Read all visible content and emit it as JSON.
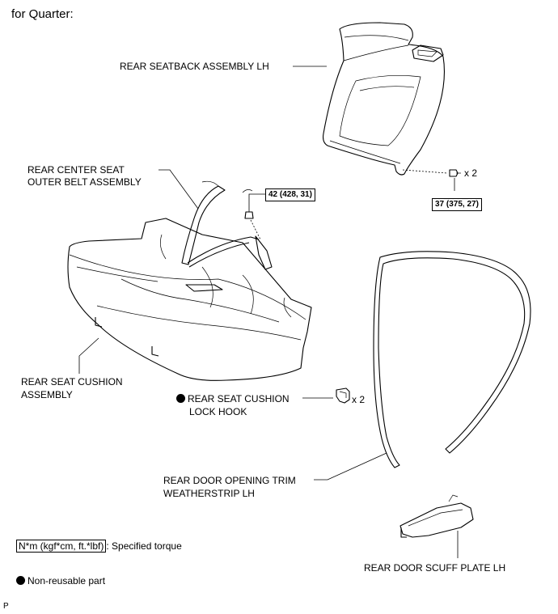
{
  "heading": "for Quarter:",
  "labels": {
    "seatback": "REAR SEATBACK ASSEMBLY LH",
    "belt_line1": "REAR CENTER SEAT",
    "belt_line2": "OUTER BELT ASSEMBLY",
    "cushion_line1": "REAR SEAT CUSHION",
    "cushion_line2": "ASSEMBLY",
    "hook_line1": "REAR SEAT CUSHION",
    "hook_line2": "LOCK HOOK",
    "weatherstrip_line1": "REAR DOOR OPENING TRIM",
    "weatherstrip_line2": "WEATHERSTRIP LH",
    "scuff": "REAR DOOR SCUFF PLATE LH"
  },
  "torques": {
    "belt": "42 (428, 31)",
    "seatback": "37 (375, 27)"
  },
  "quantities": {
    "seatback_bolt": "x 2",
    "lock_hook": "x 2"
  },
  "legend": {
    "torque_box": "N*m (kgf*cm, ft.*lbf)",
    "torque_text": ": Specified torque",
    "nonreusable": "Non-reusable part"
  },
  "footer_code": "P"
}
